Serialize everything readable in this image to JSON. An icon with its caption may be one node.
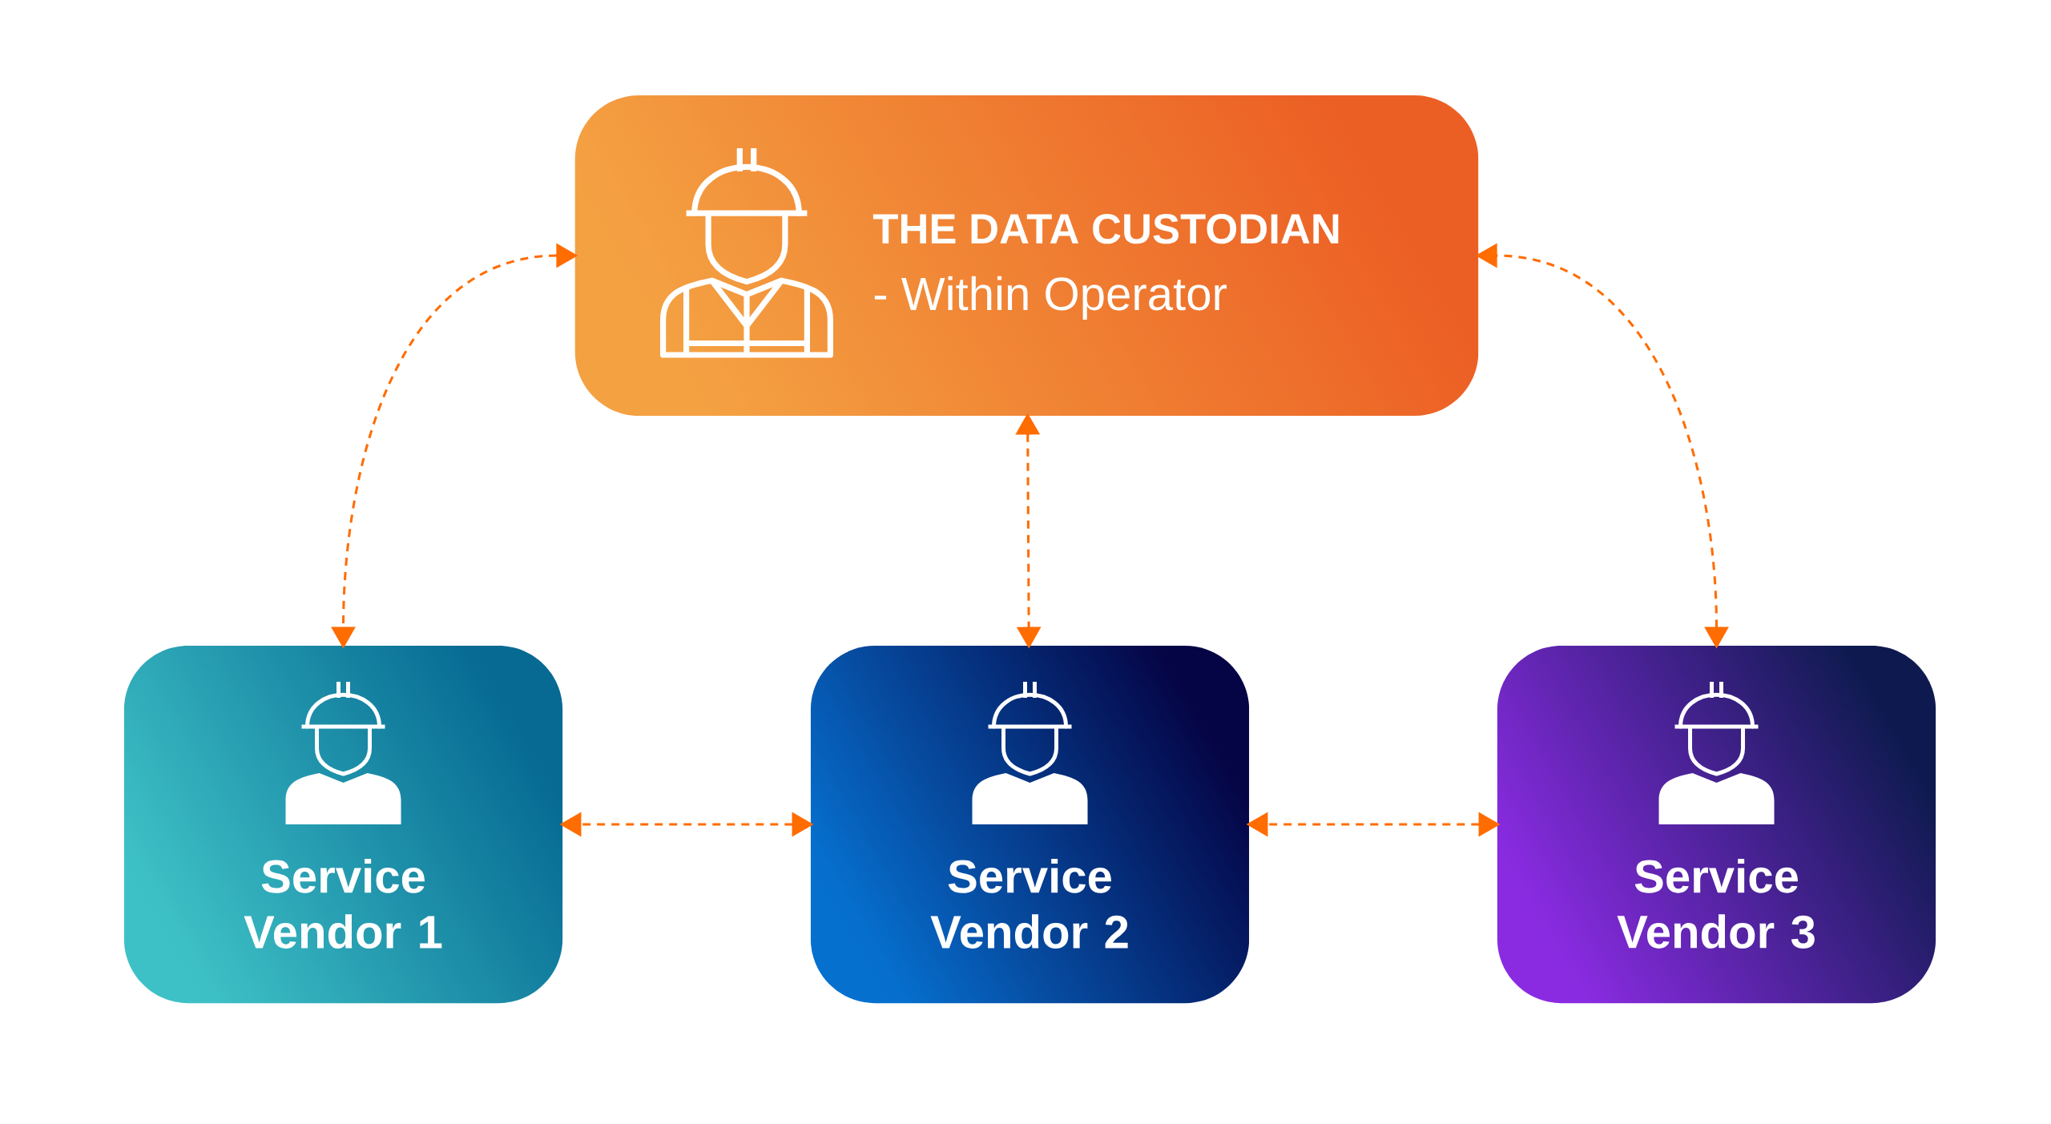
{
  "diagram": {
    "nodes": [
      {
        "text": [
          "THE DATA CUSTODIAN",
          "- Within Operator"
        ]
      },
      {
        "text": [
          "Service Vendor 1"
        ]
      },
      {
        "text": [
          "Service Vendor 2"
        ]
      },
      {
        "text": [
          "Service Vendor 3"
        ]
      }
    ],
    "edges": [
      {
        "from": 0,
        "to": 1,
        "arrow": "both",
        "style": "dashed"
      },
      {
        "from": 0,
        "to": 2,
        "arrow": "both",
        "style": "dashed"
      },
      {
        "from": 0,
        "to": 3,
        "arrow": "both",
        "style": "dashed"
      },
      {
        "from": 1,
        "to": 2,
        "arrow": "both",
        "style": "dashed"
      },
      {
        "from": 2,
        "to": 3,
        "arrow": "both",
        "style": "dashed"
      }
    ]
  }
}
